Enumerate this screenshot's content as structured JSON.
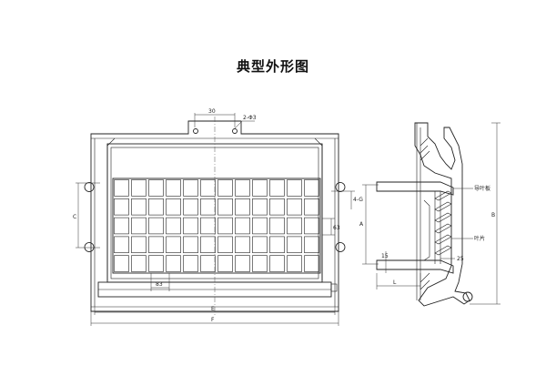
{
  "title": "典型外形图",
  "front_view": {
    "dims": {
      "top_width": "30",
      "holes": "2-Φ3",
      "pitch_v": "4-G",
      "spacing_c": "C",
      "mesh": "83",
      "mesh_v": "63",
      "width_e": "E",
      "width_f": "F"
    }
  },
  "side_view": {
    "dims": {
      "height_a": "A",
      "height_b": "B",
      "length_l": "L",
      "d1": "15",
      "d2": "25"
    },
    "callouts": {
      "upper": "导叶板",
      "lower": "叶片"
    }
  }
}
